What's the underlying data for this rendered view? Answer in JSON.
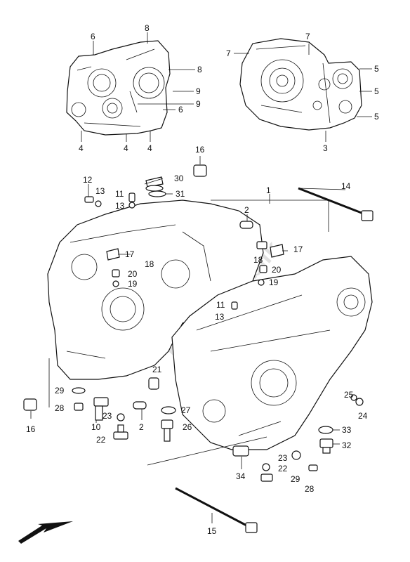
{
  "diagram": {
    "watermark": "Partsrepublik",
    "labels": [
      {
        "id": "l6a",
        "text": "6"
      },
      {
        "id": "l8a",
        "text": "8"
      },
      {
        "id": "l8b",
        "text": "8"
      },
      {
        "id": "l9a",
        "text": "9"
      },
      {
        "id": "l9b",
        "text": "9"
      },
      {
        "id": "l6b",
        "text": "6"
      },
      {
        "id": "l4a",
        "text": "4"
      },
      {
        "id": "l4b",
        "text": "4"
      },
      {
        "id": "l4c",
        "text": "4"
      },
      {
        "id": "l7a",
        "text": "7"
      },
      {
        "id": "l7b",
        "text": "7"
      },
      {
        "id": "l5a",
        "text": "5"
      },
      {
        "id": "l5b",
        "text": "5"
      },
      {
        "id": "l5c",
        "text": "5"
      },
      {
        "id": "l3",
        "text": "3"
      },
      {
        "id": "l16a",
        "text": "16"
      },
      {
        "id": "l30",
        "text": "30"
      },
      {
        "id": "l31",
        "text": "31"
      },
      {
        "id": "l12",
        "text": "12"
      },
      {
        "id": "l13a",
        "text": "13"
      },
      {
        "id": "l11a",
        "text": "11"
      },
      {
        "id": "l13b",
        "text": "13"
      },
      {
        "id": "l1",
        "text": "1"
      },
      {
        "id": "l14",
        "text": "14"
      },
      {
        "id": "l2a",
        "text": "2"
      },
      {
        "id": "l17a",
        "text": "17"
      },
      {
        "id": "l18a",
        "text": "18"
      },
      {
        "id": "l20a",
        "text": "20"
      },
      {
        "id": "l19a",
        "text": "19"
      },
      {
        "id": "l17b",
        "text": "17"
      },
      {
        "id": "l18b",
        "text": "18"
      },
      {
        "id": "l20b",
        "text": "20"
      },
      {
        "id": "l19b",
        "text": "19"
      },
      {
        "id": "l11b",
        "text": "11"
      },
      {
        "id": "l13c",
        "text": "13"
      },
      {
        "id": "l21",
        "text": "21"
      },
      {
        "id": "l29a",
        "text": "29"
      },
      {
        "id": "l28a",
        "text": "28"
      },
      {
        "id": "l16b",
        "text": "16"
      },
      {
        "id": "l10",
        "text": "10"
      },
      {
        "id": "l23a",
        "text": "23"
      },
      {
        "id": "l2b",
        "text": "2"
      },
      {
        "id": "l27",
        "text": "27"
      },
      {
        "id": "l26",
        "text": "26"
      },
      {
        "id": "l22a",
        "text": "22"
      },
      {
        "id": "l25",
        "text": "25"
      },
      {
        "id": "l24",
        "text": "24"
      },
      {
        "id": "l33",
        "text": "33"
      },
      {
        "id": "l32",
        "text": "32"
      },
      {
        "id": "l23b",
        "text": "23"
      },
      {
        "id": "l22b",
        "text": "22"
      },
      {
        "id": "l34",
        "text": "34"
      },
      {
        "id": "l29b",
        "text": "29"
      },
      {
        "id": "l28b",
        "text": "28"
      },
      {
        "id": "l15",
        "text": "15"
      }
    ]
  }
}
